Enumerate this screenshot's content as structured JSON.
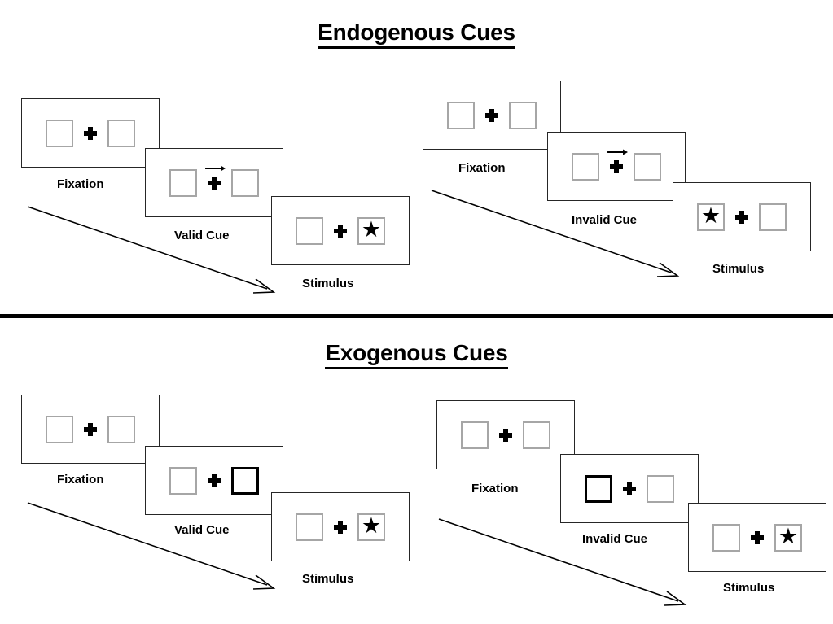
{
  "figure": {
    "title_endogenous": "Endogenous Cues",
    "title_exogenous": "Exogenous Cues",
    "colors": {
      "box_border": "#a6a6a6",
      "cued_box_border": "#000000",
      "frame_border": "#262626",
      "divider": "#000000",
      "ink": "#000000",
      "background": "#ffffff"
    },
    "glyphs": {
      "star": "★",
      "fixation_cross": "plus-cross",
      "cue_arrow": "right-arrow"
    }
  },
  "sections": [
    {
      "id": "endogenous",
      "title": "Endogenous Cues",
      "sequences": [
        {
          "id": "endogenous-valid",
          "frames": [
            {
              "caption": "Fixation",
              "left_box": {
                "cued": false,
                "content": ""
              },
              "right_box": {
                "cued": false,
                "content": ""
              },
              "arrow_cue": "none"
            },
            {
              "caption": "Valid Cue",
              "left_box": {
                "cued": false,
                "content": ""
              },
              "right_box": {
                "cued": false,
                "content": ""
              },
              "arrow_cue": "right"
            },
            {
              "caption": "Stimulus",
              "left_box": {
                "cued": false,
                "content": ""
              },
              "right_box": {
                "cued": false,
                "content": "★"
              },
              "arrow_cue": "none"
            }
          ]
        },
        {
          "id": "endogenous-invalid",
          "frames": [
            {
              "caption": "Fixation",
              "left_box": {
                "cued": false,
                "content": ""
              },
              "right_box": {
                "cued": false,
                "content": ""
              },
              "arrow_cue": "none"
            },
            {
              "caption": "Invalid Cue",
              "left_box": {
                "cued": false,
                "content": ""
              },
              "right_box": {
                "cued": false,
                "content": ""
              },
              "arrow_cue": "right"
            },
            {
              "caption": "Stimulus",
              "left_box": {
                "cued": false,
                "content": "★"
              },
              "right_box": {
                "cued": false,
                "content": ""
              },
              "arrow_cue": "none"
            }
          ]
        }
      ]
    },
    {
      "id": "exogenous",
      "title": "Exogenous Cues",
      "sequences": [
        {
          "id": "exogenous-valid",
          "frames": [
            {
              "caption": "Fixation",
              "left_box": {
                "cued": false,
                "content": ""
              },
              "right_box": {
                "cued": false,
                "content": ""
              },
              "arrow_cue": "none"
            },
            {
              "caption": "Valid Cue",
              "left_box": {
                "cued": false,
                "content": ""
              },
              "right_box": {
                "cued": true,
                "content": ""
              },
              "arrow_cue": "none"
            },
            {
              "caption": "Stimulus",
              "left_box": {
                "cued": false,
                "content": ""
              },
              "right_box": {
                "cued": false,
                "content": "★"
              },
              "arrow_cue": "none"
            }
          ]
        },
        {
          "id": "exogenous-invalid",
          "frames": [
            {
              "caption": "Fixation",
              "left_box": {
                "cued": false,
                "content": ""
              },
              "right_box": {
                "cued": false,
                "content": ""
              },
              "arrow_cue": "none"
            },
            {
              "caption": "Invalid Cue",
              "left_box": {
                "cued": true,
                "content": ""
              },
              "right_box": {
                "cued": false,
                "content": ""
              },
              "arrow_cue": "none"
            },
            {
              "caption": "Stimulus",
              "left_box": {
                "cued": false,
                "content": ""
              },
              "right_box": {
                "cued": false,
                "content": "★"
              },
              "arrow_cue": "none"
            }
          ]
        }
      ]
    }
  ]
}
